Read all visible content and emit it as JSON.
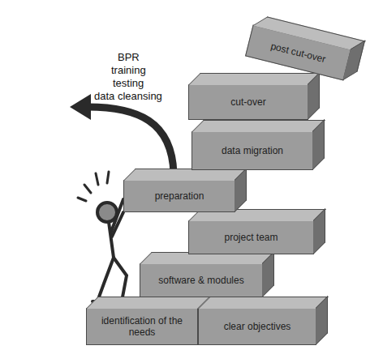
{
  "diagram": {
    "nodes": [
      {
        "text": [
          "post cut-over"
        ]
      },
      {
        "text": [
          "cut-over"
        ]
      },
      {
        "text": [
          "data migration"
        ]
      },
      {
        "text": [
          "preparation"
        ]
      },
      {
        "text": [
          "project team"
        ]
      },
      {
        "text": [
          "software & modules"
        ]
      },
      {
        "text": [
          "identification of the needs"
        ]
      },
      {
        "text": [
          "clear objectives"
        ]
      }
    ],
    "labels": [
      "BPR",
      "training",
      "testing",
      "data cleansing"
    ]
  }
}
